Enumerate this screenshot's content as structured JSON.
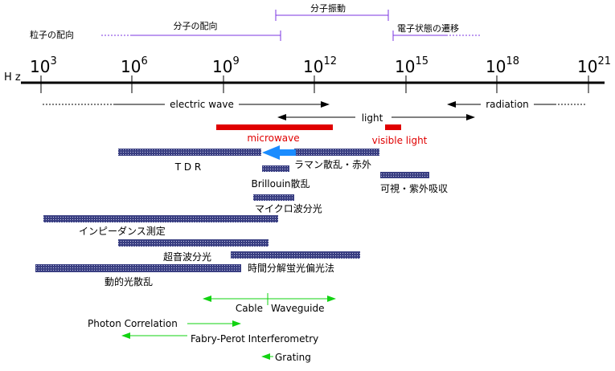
{
  "axis": {
    "unit_label": "H z",
    "ticks": [
      {
        "base": "10",
        "exp": "3"
      },
      {
        "base": "10",
        "exp": "6"
      },
      {
        "base": "10",
        "exp": "9"
      },
      {
        "base": "10",
        "exp": "12"
      },
      {
        "base": "10",
        "exp": "15"
      },
      {
        "base": "10",
        "exp": "18"
      },
      {
        "base": "10",
        "exp": "21"
      }
    ]
  },
  "header_labels": {
    "particle_orientation": "粒子の配向",
    "molecular_orientation": "分子の配向",
    "molecular_vibration": "分子振動",
    "electronic_transition": "電子状態の遷移"
  },
  "region_labels": {
    "electric_wave": "electric wave",
    "light": "light",
    "radiation": "radiation",
    "microwave": "microwave",
    "visible_light": "visible light"
  },
  "techniques": {
    "tdr": "T D R",
    "raman": "ラマン散乱・赤外",
    "brillouin": "Brillouin散乱",
    "uv_vis": "可視・紫外吸収",
    "microwave_spec": "マイクロ波分光",
    "impedance": "インピーダンス測定",
    "ultrasonic": "超音波分光",
    "time_resolved_fluorescence": "時間分解蛍光偏光法",
    "dynamic_light_scattering": "動的光散乱"
  },
  "instruments": {
    "cable": "Cable",
    "waveguide": "Waveguide",
    "photon_correlation": "Photon Correlation",
    "fabry_perot": "Fabry-Perot Interferometry",
    "grating": "Grating"
  },
  "colors": {
    "ink": "#000000",
    "purple": "#7b35e0",
    "red": "#e00000",
    "bar_fill": "#3a3f82",
    "bar_line": "#c3c6e4",
    "blue_arrow": "#1a8cff",
    "green": "#12d312"
  }
}
